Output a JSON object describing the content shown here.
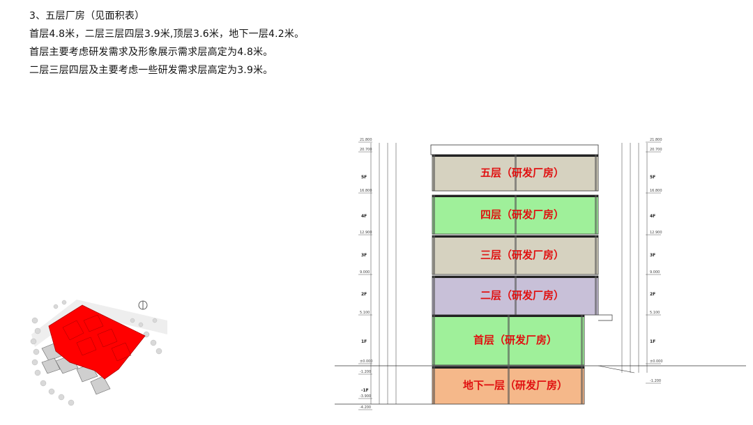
{
  "heading": "3、五层厂房（见面积表）",
  "paragraphs": [
    "首层4.8米，二层三层四层3.9米,顶层3.6米，地下一层4.2米。",
    "首层主要考虑研发需求及形象展示需求层高定为4.8米。",
    "二层三层四层及主要考虑一些研发需求层高定为3.9米。"
  ],
  "section": {
    "floors": [
      {
        "label": "五层（研发厂房）",
        "height_m": 3.6,
        "color": "#d6d2c0",
        "level": "5F"
      },
      {
        "label": "四层（研发厂房）",
        "height_m": 3.9,
        "color": "#9ff09a",
        "level": "4F"
      },
      {
        "label": "三层（研发厂房）",
        "height_m": 3.9,
        "color": "#d6d2c0",
        "level": "3F"
      },
      {
        "label": "二层（研发厂房）",
        "height_m": 3.9,
        "color": "#c8c0d8",
        "level": "2F"
      },
      {
        "label": "首层（研发厂房）",
        "height_m": 4.8,
        "color": "#9ff09a",
        "level": "1F"
      },
      {
        "label": "地下一层（研发厂房）",
        "height_m": 4.2,
        "color": "#f5b88a",
        "level": "-1F"
      }
    ],
    "elevations_left": [
      "21.800",
      "20.700",
      "16.800",
      "12.900",
      "9.000",
      "5.100",
      "±0.000",
      "-1.200",
      "-3.900",
      "-4.200"
    ],
    "elevations_right": [
      "21.800",
      "20.700",
      "16.800",
      "12.900",
      "9.000",
      "5.100",
      "±0.000",
      "-1.200"
    ],
    "highlight_color": "#ff0000"
  }
}
